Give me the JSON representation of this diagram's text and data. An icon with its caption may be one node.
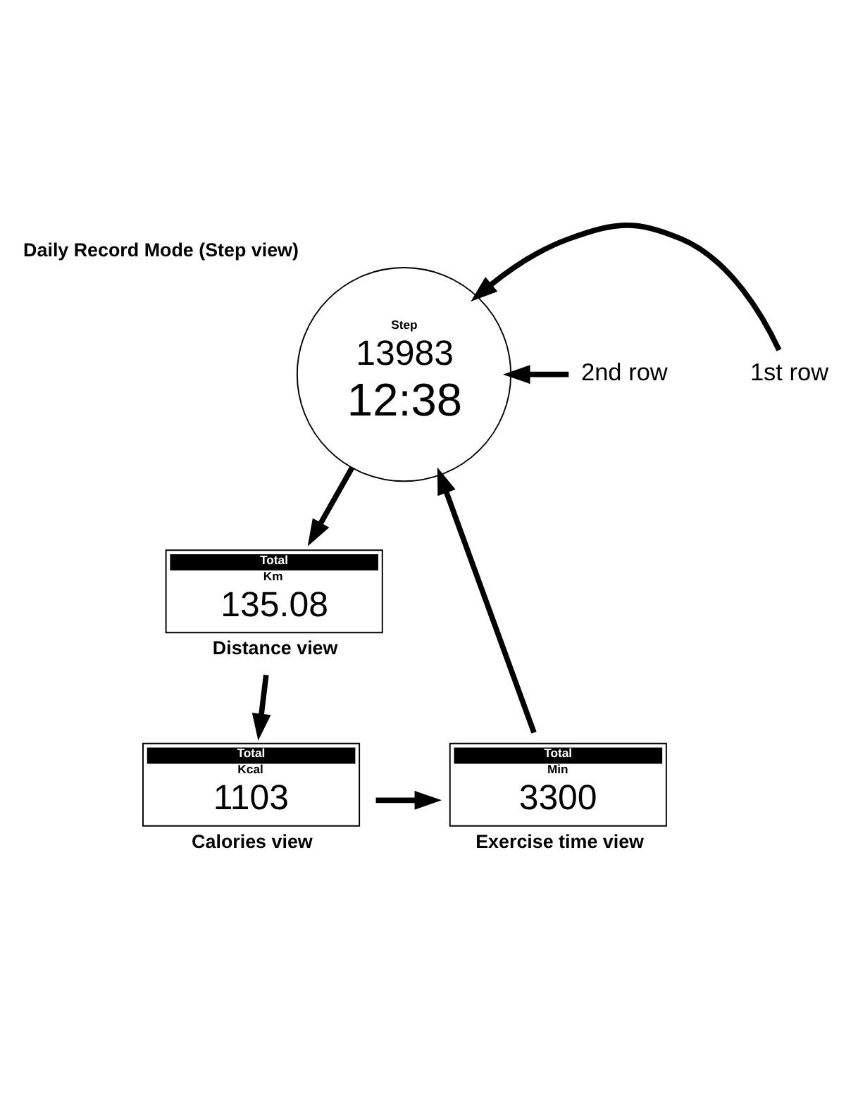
{
  "diagram": {
    "nodes": [
      {
        "text": [
          "Step",
          "13983",
          "12:38"
        ],
        "beside": [
          "Daily Record Mode (Step view)"
        ]
      },
      {
        "text": [
          "1st row"
        ]
      },
      {
        "text": [
          "2nd row"
        ]
      },
      {
        "text": [
          "Total",
          "Km",
          "135.08"
        ],
        "beside": [
          "Distance view"
        ]
      },
      {
        "text": [
          "Total",
          "Kcal",
          "1103"
        ],
        "beside": [
          "Calories view"
        ]
      },
      {
        "text": [
          "Total",
          "Min",
          "3300"
        ],
        "beside": [
          "Exercise time view"
        ]
      }
    ],
    "edges": [
      {
        "from": 1,
        "to": 0,
        "arrow": "to"
      },
      {
        "from": 2,
        "to": 0,
        "arrow": "to"
      },
      {
        "from": 0,
        "to": 3,
        "arrow": "to"
      },
      {
        "from": 3,
        "to": 4,
        "arrow": "to"
      },
      {
        "from": 4,
        "to": 5,
        "arrow": "to"
      },
      {
        "from": 5,
        "to": 0,
        "arrow": "to"
      }
    ]
  }
}
